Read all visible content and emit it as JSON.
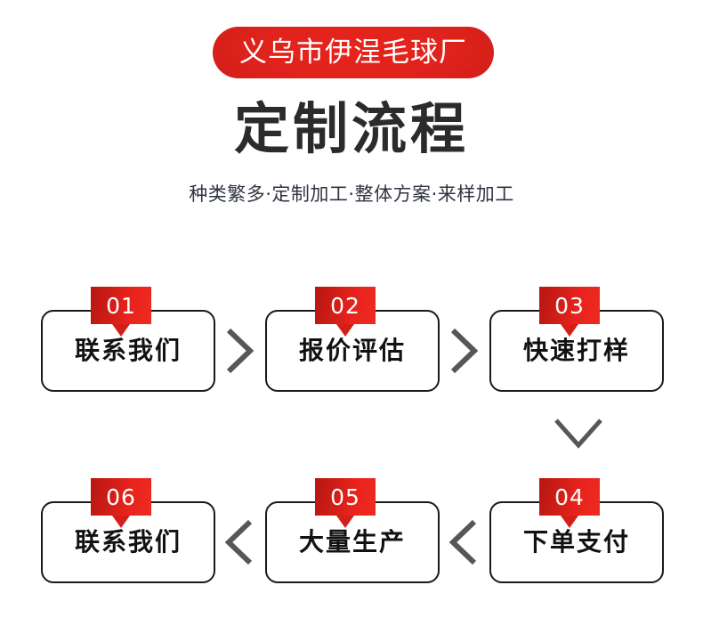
{
  "header": {
    "brand_badge": "义乌市伊浧毛球厂",
    "title": "定制流程",
    "subtitle": "种类繁多·定制加工·整体方案·来样加工"
  },
  "colors": {
    "brand_red": "#e0231c",
    "tag_red_dark": "#b51712",
    "tag_red_light": "#ef2a22",
    "box_border": "#1a1a1a",
    "title_text": "#2b2b2b",
    "subtitle_text": "#2f3541",
    "chevron_gray": "#575757",
    "background": "#ffffff"
  },
  "flow": {
    "row1": [
      {
        "number": "01",
        "label": "联系我们"
      },
      {
        "number": "02",
        "label": "报价评估"
      },
      {
        "number": "03",
        "label": "快速打样"
      }
    ],
    "row2": [
      {
        "number": "06",
        "label": "联系我们"
      },
      {
        "number": "05",
        "label": "大量生产"
      },
      {
        "number": "04",
        "label": "下单支付"
      }
    ],
    "connectors": {
      "row1_first": "chevron-right-icon",
      "row1_second": "chevron-right-icon",
      "row_link": "chevron-down-icon",
      "row2_first": "chevron-left-icon",
      "row2_second": "chevron-left-icon"
    }
  }
}
